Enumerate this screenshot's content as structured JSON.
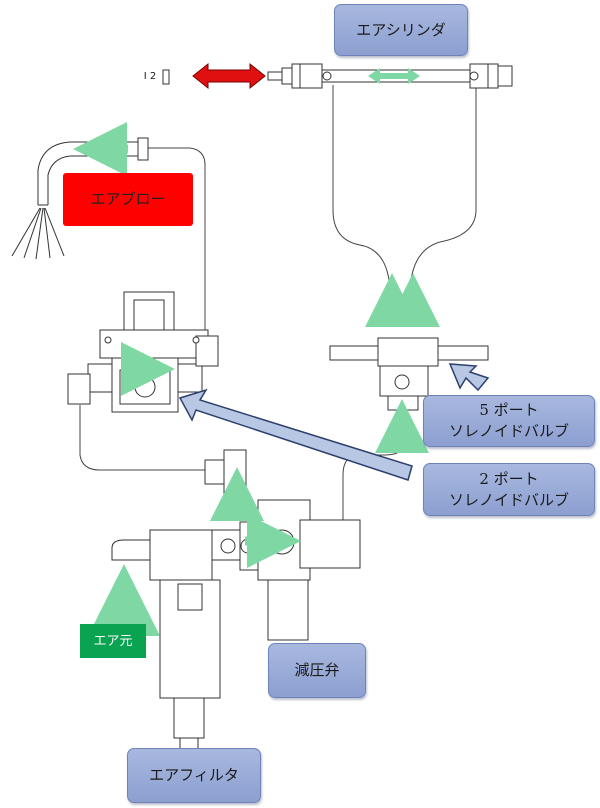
{
  "labels": {
    "air_cylinder": "エアシリンダ",
    "air_blow": "エアブロー",
    "five_port": "5 ポート\nソレノイドバルブ",
    "two_port": "2 ポート\nソレノイドバルブ",
    "air_source": "エア元",
    "regulator": "減圧弁",
    "air_filter": "エアフィルタ",
    "stopper_mark": "I 2"
  },
  "colors": {
    "label_box": "#8c9fd0",
    "air_blow_box": "#ff0000",
    "air_source_box": "#0aa352",
    "flow_arrow": "#7fd8a4",
    "stroke_arrow": "#e01010",
    "pointer_arrow": "#b8c7e3"
  }
}
